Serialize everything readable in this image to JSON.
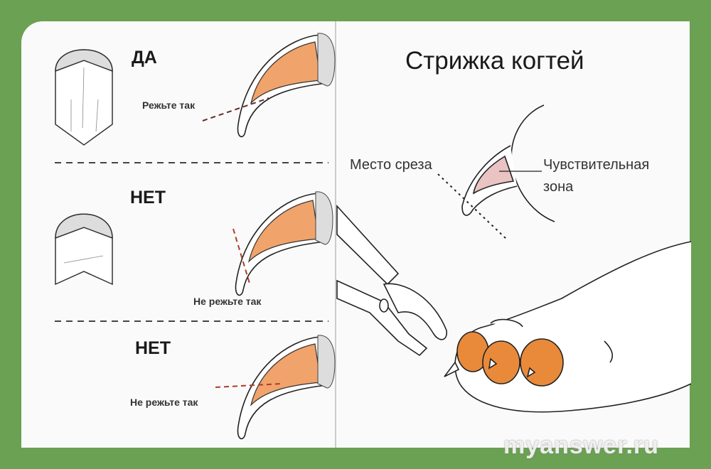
{
  "left": {
    "yes_label": "ДА",
    "yes_cut_label": "Режьте так",
    "no1_label": "НЕТ",
    "no1_cut_label": "Не режьте так",
    "no2_label": "НЕТ",
    "no2_cut_label": "Не режьте так"
  },
  "right": {
    "title": "Стрижка когтей",
    "cut_place_label": "Место среза",
    "sensitive_zone_line1": "Чувствительная",
    "sensitive_zone_line2": "зона"
  },
  "watermark": "myanswer.ru",
  "colors": {
    "frame": "#6aa152",
    "quick": "#f0a36b",
    "sensitive": "#eac3c3",
    "paw_pad": "#e98a3a"
  }
}
